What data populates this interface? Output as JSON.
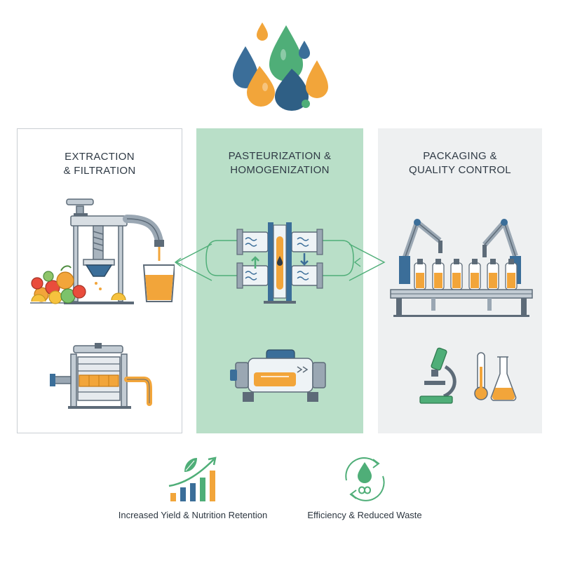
{
  "stages": [
    {
      "title_line1": "EXTRACTION",
      "title_line2": "& FILTRATION"
    },
    {
      "title_line1": "PASTEURIZATION &",
      "title_line2": "HOMOGENIZATION"
    },
    {
      "title_line1": "PACKAGING &",
      "title_line2": "QUALITY CONTROL"
    }
  ],
  "benefits": [
    {
      "label": "Increased Yield & Nutrition Retention"
    },
    {
      "label": "Efficiency & Reduced Waste"
    }
  ],
  "colors": {
    "accent_green": "#4fae78",
    "orange": "#f2a53a",
    "blue": "#3b6e99",
    "steel": "#9aa7b3",
    "panel_green": "#b9dfc8",
    "panel_grey": "#eef0f1"
  },
  "icons": [
    "droplets-logo-icon",
    "juice-press-icon",
    "filter-press-icon",
    "heat-exchanger-icon",
    "homogenizer-icon",
    "bottling-line-icon",
    "microscope-icon",
    "flask-thermometer-icon",
    "growth-chart-icon",
    "recycle-drop-icon"
  ]
}
